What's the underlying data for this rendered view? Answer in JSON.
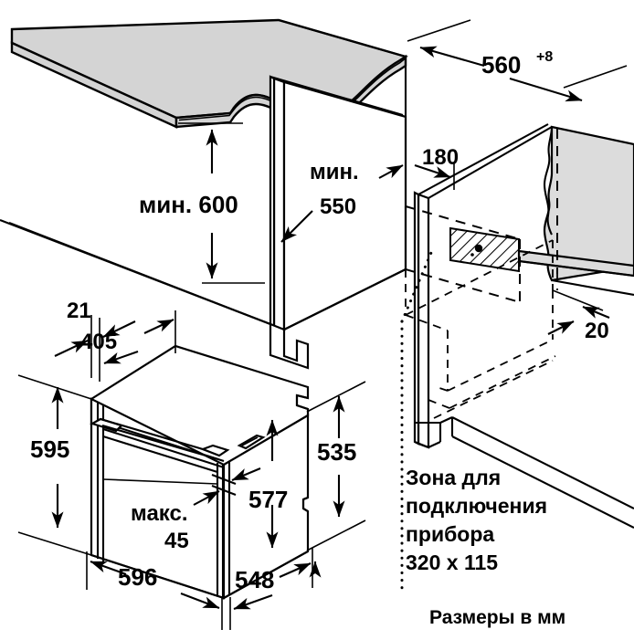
{
  "drawing": {
    "title": "Installation dimensions diagram for built-in oven",
    "units_note": "Размеры в мм",
    "connection_zone": {
      "line1": "Зона для",
      "line2": "подключения",
      "line3": "прибора",
      "line4": "320 х 115"
    },
    "dimensions": {
      "niche_width": "560",
      "niche_width_tolerance": "+8",
      "niche_height_min_label": "мин. 600",
      "niche_depth_min_label_line1": "мин.",
      "niche_depth_min_label_line2": "550",
      "shelf_offset": "180",
      "rear_gap": "20",
      "panel_overhang": "21",
      "control_panel_depth": "405",
      "oven_height": "595",
      "oven_body_height": "535",
      "oven_body_depth": "577",
      "door_gap_max_label_line1": "макс.",
      "door_gap_max_label_line2": "45",
      "oven_width": "596",
      "oven_depth": "548"
    },
    "colors": {
      "line": "#000000",
      "panel_fill": "#d4d4d4",
      "background": "#ffffff"
    }
  }
}
